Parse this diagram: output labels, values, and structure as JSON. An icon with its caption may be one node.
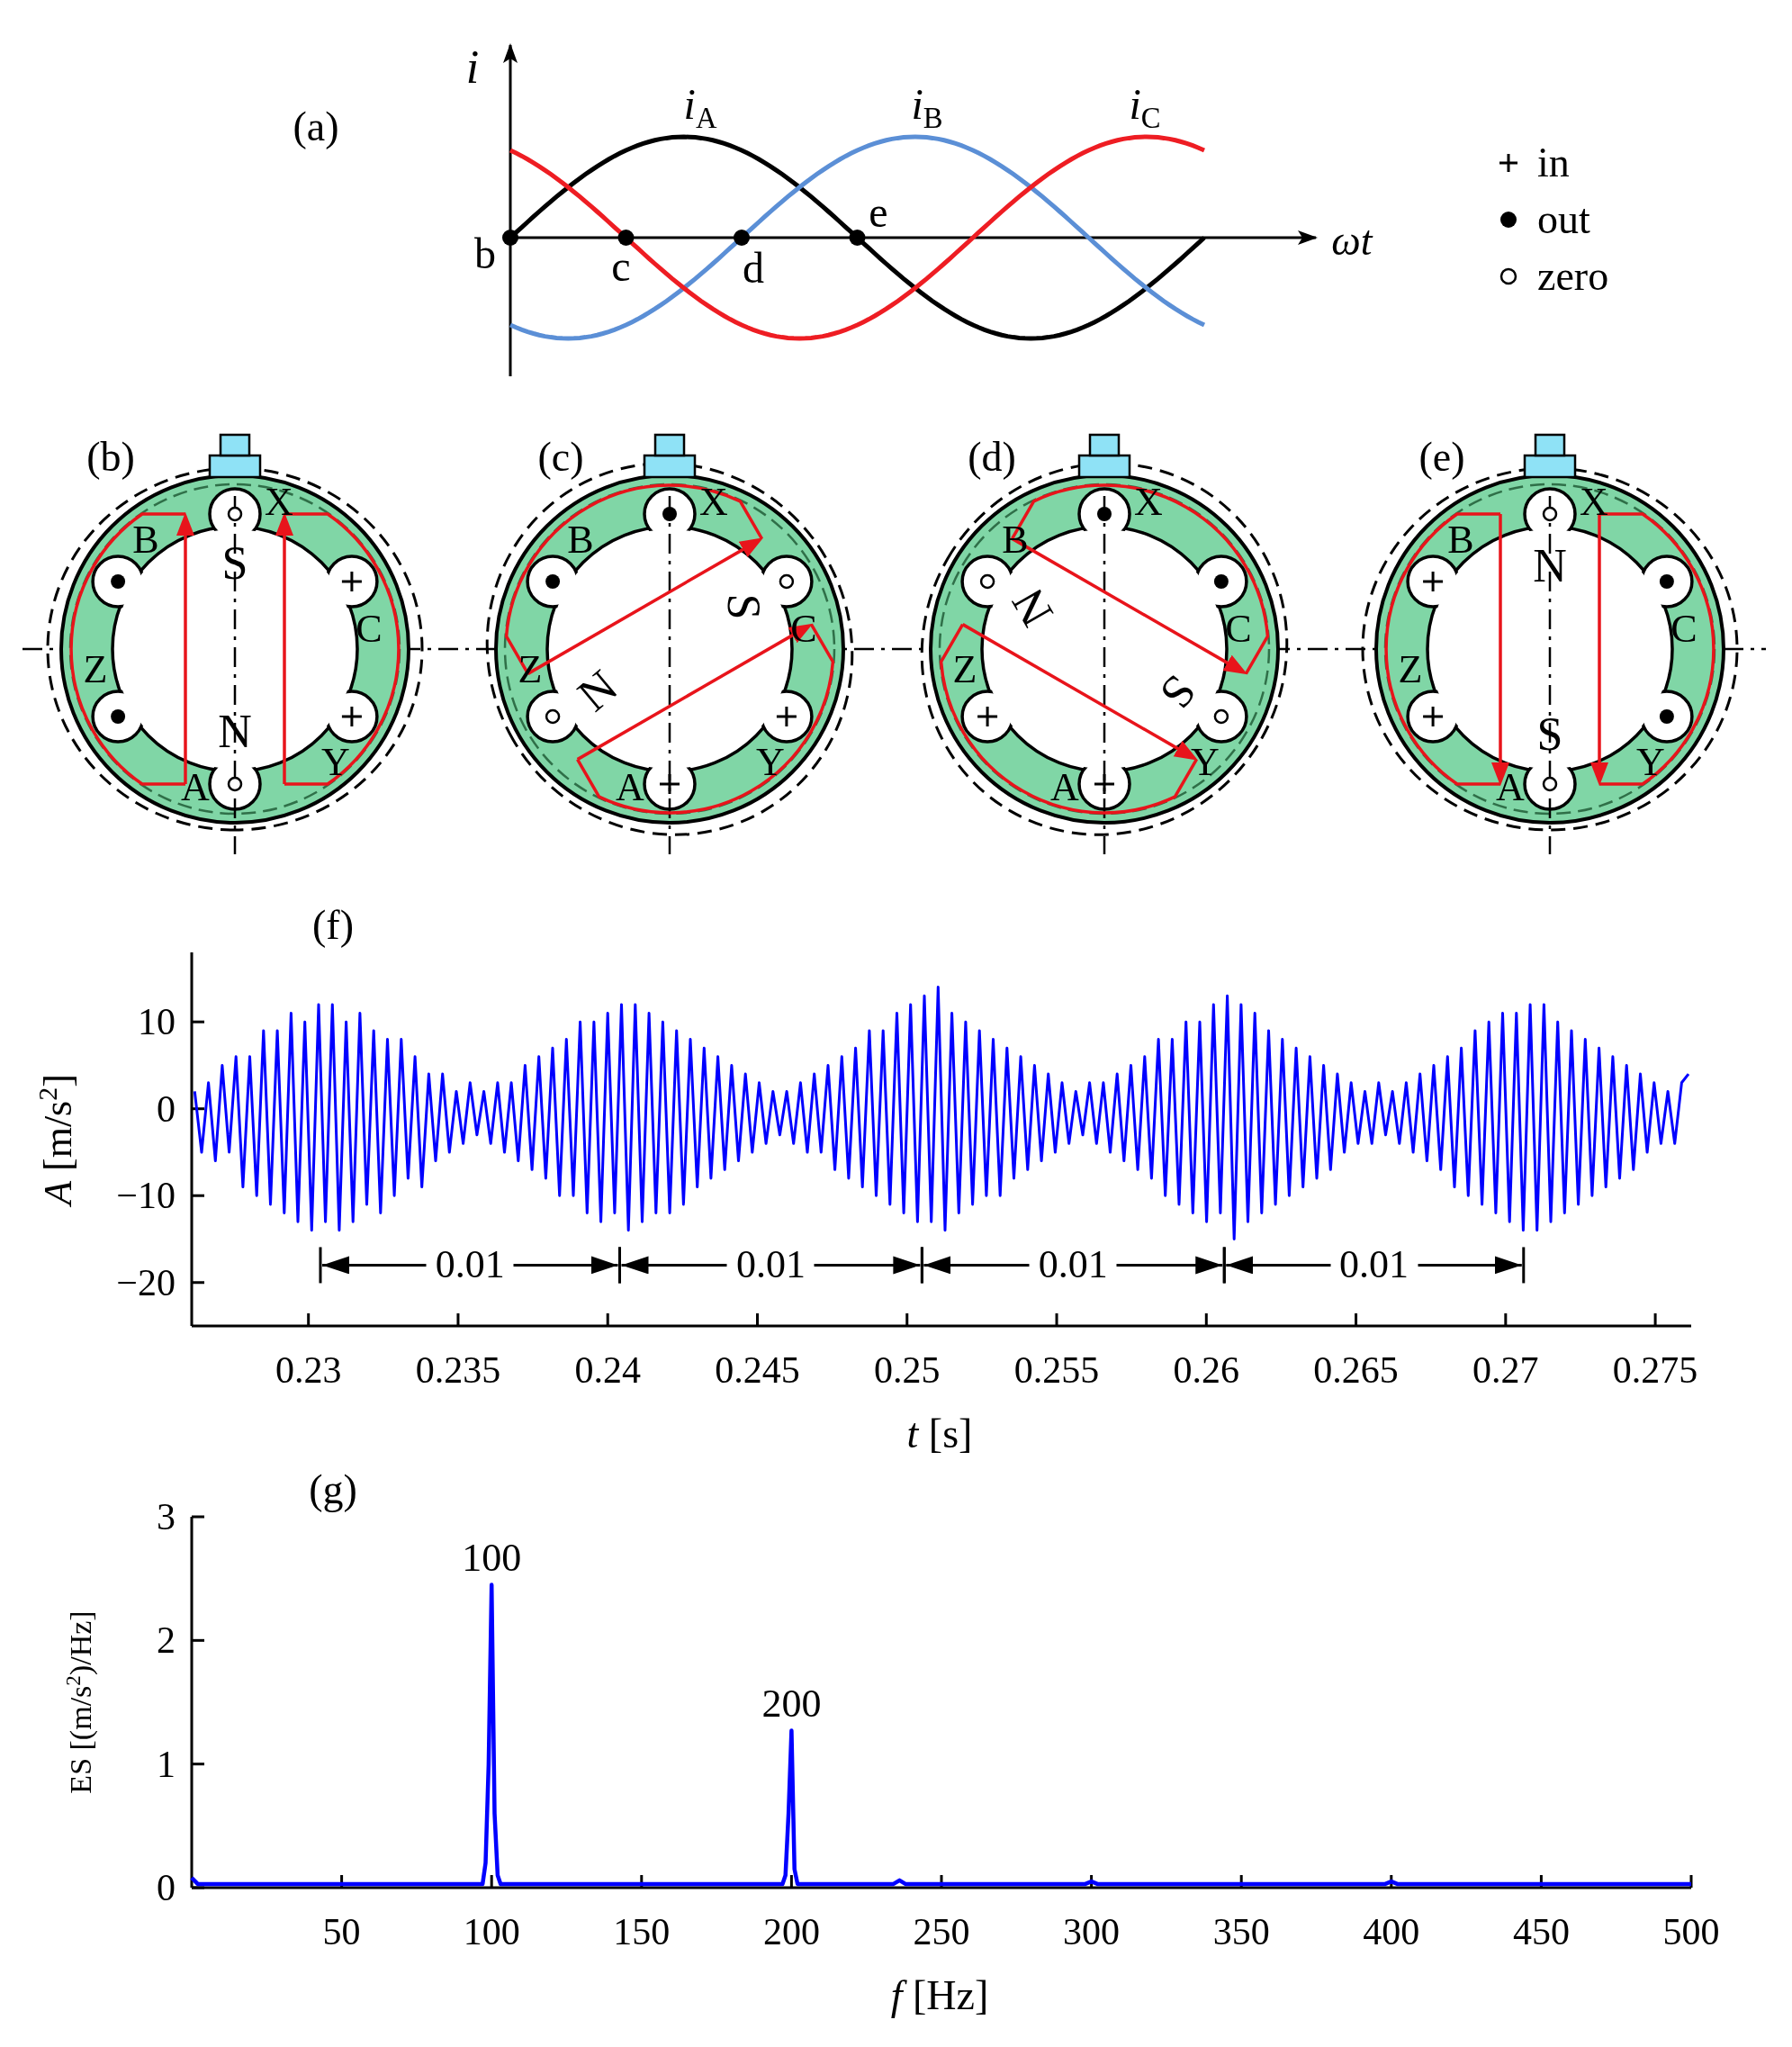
{
  "diagram": {
    "labels": [
      "(a)",
      "i",
      "*i*$_{A}$",
      "*i*$_{B}$",
      "*i*$_{C}$",
      "b",
      "c",
      "d",
      "e",
      "ωt",
      "(b)",
      "X",
      "B",
      "C",
      "Z",
      "Y",
      "A",
      "S",
      "N",
      "(c)",
      "X",
      "B",
      "C",
      "Z",
      "Y",
      "A",
      "S",
      "N",
      "(d)",
      "X",
      "B",
      "C",
      "Z",
      "Y",
      "A",
      "S",
      "N",
      "(e)",
      "X",
      "B",
      "C",
      "Z",
      "Y",
      "A",
      "S",
      "N"
    ],
    "legend": [
      {
        "text": "in"
      },
      {
        "text": "out"
      },
      {
        "text": "zero"
      }
    ],
    "chart_data": [
      {
        "type": "line",
        "title": "(f)",
        "xlabel": "*t* [s]",
        "ylabel": "*A* [m/s$^{2}$]",
        "xlim": [
          0.2261,
          0.2762
        ],
        "ylim": [
          -25,
          18
        ],
        "xticks": [
          0.23,
          0.235,
          0.24,
          0.245,
          0.25,
          0.255,
          0.26,
          0.265,
          0.27,
          0.275
        ],
        "yticks": [
          10,
          0,
          {
            "value": -10,
            "label": "−10"
          },
          {
            "value": -20,
            "label": "−20"
          }
        ],
        "x": [
          0.2262,
          0.22643,
          0.22666,
          0.22689,
          0.22712,
          0.22735,
          0.22758,
          0.22781,
          0.22804,
          0.22827,
          0.2285,
          0.22873,
          0.22896,
          0.22919,
          0.22942,
          0.22965,
          0.22988,
          0.23011,
          0.23034,
          0.23057,
          0.2308,
          0.23103,
          0.23126,
          0.23149,
          0.23172,
          0.23195,
          0.23218,
          0.23241,
          0.23264,
          0.23287,
          0.2331,
          0.23333,
          0.23356,
          0.23379,
          0.23402,
          0.23425,
          0.23448,
          0.23471,
          0.23494,
          0.23517,
          0.2354,
          0.23563,
          0.23586,
          0.23609,
          0.23632,
          0.23655,
          0.23678,
          0.23701,
          0.23724,
          0.23747,
          0.2377,
          0.23793,
          0.23816,
          0.23839,
          0.23862,
          0.23885,
          0.23908,
          0.23931,
          0.23954,
          0.23977,
          0.24,
          0.24023,
          0.24046,
          0.24069,
          0.24092,
          0.24115,
          0.24138,
          0.24161,
          0.24184,
          0.24207,
          0.2423,
          0.24253,
          0.24276,
          0.24299,
          0.24322,
          0.24345,
          0.24368,
          0.24391,
          0.24414,
          0.24437,
          0.2446,
          0.24483,
          0.24506,
          0.24529,
          0.24552,
          0.24575,
          0.24598,
          0.24621,
          0.24644,
          0.24667,
          0.2469,
          0.24713,
          0.24736,
          0.24759,
          0.24782,
          0.24805,
          0.24828,
          0.24851,
          0.24874,
          0.24897,
          0.2492,
          0.24943,
          0.24966,
          0.24989,
          0.25012,
          0.25035,
          0.25058,
          0.25081,
          0.25104,
          0.25127,
          0.2515,
          0.25173,
          0.25196,
          0.25219,
          0.25242,
          0.25265,
          0.25288,
          0.25311,
          0.25334,
          0.25357,
          0.2538,
          0.25403,
          0.25426,
          0.25449,
          0.25472,
          0.25495,
          0.25518,
          0.25541,
          0.25564,
          0.25587,
          0.2561,
          0.25633,
          0.25656,
          0.25679,
          0.25702,
          0.25725,
          0.25748,
          0.25771,
          0.25794,
          0.25817,
          0.2584,
          0.25863,
          0.25886,
          0.25909,
          0.25932,
          0.25955,
          0.25978,
          0.26001,
          0.26024,
          0.26047,
          0.2607,
          0.26093,
          0.26116,
          0.26139,
          0.26162,
          0.26185,
          0.26208,
          0.26231,
          0.26254,
          0.26277,
          0.263,
          0.26323,
          0.26346,
          0.26369,
          0.26392,
          0.26415,
          0.26438,
          0.26461,
          0.26484,
          0.26507,
          0.2653,
          0.26553,
          0.26576,
          0.26599,
          0.26622,
          0.26645,
          0.26668,
          0.26691,
          0.26714,
          0.26737,
          0.2676,
          0.26783,
          0.26806,
          0.26829,
          0.26852,
          0.26875,
          0.26898,
          0.26921,
          0.26944,
          0.26967,
          0.2699,
          0.27013,
          0.27036,
          0.27059,
          0.27082,
          0.27105,
          0.27128,
          0.27151,
          0.27174,
          0.27197,
          0.2722,
          0.27243,
          0.27266,
          0.27289,
          0.27312,
          0.27335,
          0.27358,
          0.27381,
          0.27404,
          0.27427,
          0.2745,
          0.27473,
          0.27496,
          0.27519,
          0.27542,
          0.27565,
          0.27588,
          0.27611
        ],
        "series": [
          {
            "color": "#0000ff",
            "values": [
              2,
              -5,
              3,
              -6,
              5,
              -5,
              6,
              -9,
              6,
              -10,
              9,
              -11,
              9,
              -12,
              11,
              -13,
              10,
              -14,
              12,
              -13,
              12,
              -14,
              10,
              -13,
              11,
              -11,
              9,
              -12,
              8,
              -10,
              8,
              -8,
              6,
              -9,
              4,
              -6,
              4,
              -5,
              2,
              -4,
              3,
              -3,
              2,
              -4,
              3,
              -5,
              3,
              -6,
              5,
              -7,
              6,
              -8,
              7,
              -10,
              8,
              -10,
              10,
              -12,
              10,
              -13,
              11,
              -12,
              12,
              -14,
              12,
              -13,
              11,
              -12,
              10,
              -12,
              9,
              -11,
              8,
              -9,
              7,
              -8,
              6,
              -7,
              5,
              -6,
              4,
              -5,
              3,
              -4,
              2,
              -3,
              2,
              -4,
              3,
              -5,
              4,
              -5,
              5,
              -7,
              6,
              -8,
              7,
              -9,
              9,
              -10,
              9,
              -11,
              11,
              -12,
              12,
              -13,
              13,
              -13,
              14,
              -14,
              11,
              -12,
              10,
              -11,
              9,
              -10,
              8,
              -10,
              7,
              -8,
              6,
              -7,
              5,
              -6,
              4,
              -5,
              3,
              -4,
              2,
              -3,
              3,
              -4,
              3,
              -5,
              4,
              -6,
              5,
              -7,
              6,
              -8,
              8,
              -10,
              8,
              -11,
              10,
              -12,
              10,
              -13,
              12,
              -12,
              13,
              -15,
              12,
              -13,
              11,
              -12,
              9,
              -11,
              8,
              -10,
              7,
              -9,
              6,
              -8,
              5,
              -7,
              4,
              -5,
              3,
              -4,
              2,
              -4,
              3,
              -3,
              2,
              -4,
              3,
              -5,
              4,
              -6,
              5,
              -7,
              6,
              -9,
              7,
              -10,
              9,
              -11,
              10,
              -12,
              11,
              -13,
              11,
              -14,
              12,
              -14,
              12,
              -13,
              10,
              -12,
              9,
              -11,
              8,
              -10,
              7,
              -9,
              6,
              -8,
              5,
              -7,
              4,
              -5,
              3,
              -4,
              2,
              -4,
              3,
              4
            ]
          }
        ],
        "annotations": [
          "0.01",
          "0.01",
          "0.01",
          "0.01"
        ]
      },
      {
        "type": "line",
        "title": "(g)",
        "xlabel": "*f* [Hz]",
        "ylabel": "ES [(m/s$^{2}$)/Hz]",
        "xlim": [
          0,
          500
        ],
        "ylim": [
          0,
          3
        ],
        "xticks": [
          50,
          100,
          150,
          200,
          250,
          300,
          350,
          400,
          450,
          500
        ],
        "yticks": [
          0,
          1,
          2,
          3
        ],
        "x": [
          0,
          2,
          3,
          97,
          98,
          99,
          100,
          101,
          102,
          103,
          197,
          198,
          199,
          200,
          201,
          202,
          234,
          236,
          238,
          298,
          300,
          302,
          398,
          400,
          402,
          500
        ],
        "series": [
          {
            "color": "#0000ff",
            "values": [
              0.08,
              0.03,
              0.03,
              0.03,
              0.2,
              1.0,
              2.45,
              0.6,
              0.1,
              0.03,
              0.03,
              0.1,
              0.6,
              1.27,
              0.15,
              0.03,
              0.03,
              0.06,
              0.03,
              0.03,
              0.05,
              0.03,
              0.03,
              0.05,
              0.03,
              0.03
            ]
          }
        ],
        "annotations": [
          {
            "text": "100",
            "x": 100,
            "y": 2.45
          },
          {
            "text": "200",
            "x": 200,
            "y": 1.27
          }
        ]
      }
    ]
  }
}
